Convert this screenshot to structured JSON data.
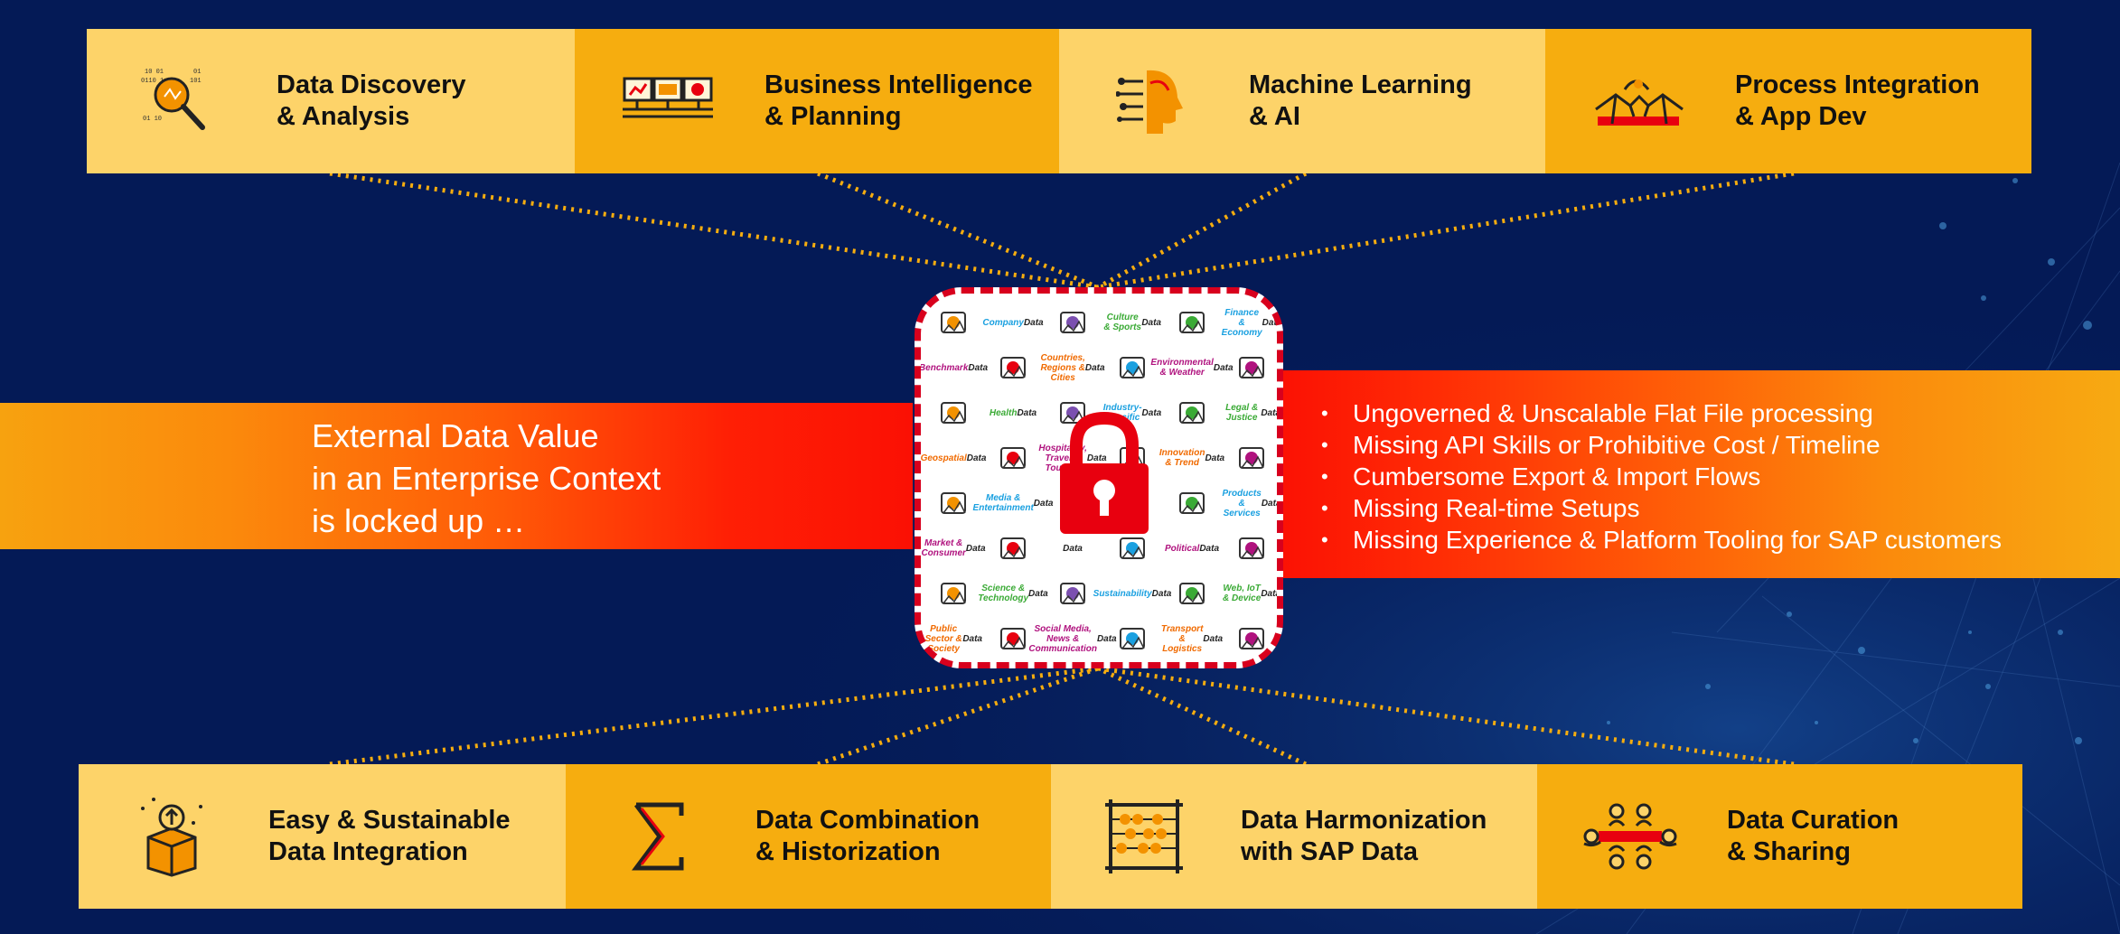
{
  "colors": {
    "background": "#041a56",
    "tile_light": "#fdd369",
    "tile_dark": "#f6ad0f",
    "red": "#fb1004",
    "orange": "#f7a20f",
    "dot_line": "#f6ad0f",
    "lock": "#e8000f"
  },
  "top_row": [
    {
      "id": "discovery",
      "line1": "Data Discovery",
      "line2": "& Analysis",
      "icon": "magnifier-data-icon"
    },
    {
      "id": "bi",
      "line1": "Business Intelligence",
      "line2": "& Planning",
      "icon": "dashboard-monitors-icon"
    },
    {
      "id": "ml",
      "line1": "Machine Learning",
      "line2": "& AI",
      "icon": "ai-head-icon"
    },
    {
      "id": "integration",
      "line1": "Process Integration",
      "line2": "& App Dev",
      "icon": "handshake-icon"
    }
  ],
  "bottom_row": [
    {
      "id": "easy",
      "line1": "Easy & Sustainable",
      "line2": "Data Integration",
      "icon": "box-upload-icon"
    },
    {
      "id": "combination",
      "line1": "Data Combination",
      "line2": "& Historization",
      "icon": "sigma-icon"
    },
    {
      "id": "harmonization",
      "line1": "Data Harmonization",
      "line2": "with SAP Data",
      "icon": "abacus-icon"
    },
    {
      "id": "curation",
      "line1": "Data Curation",
      "line2": "& Sharing",
      "icon": "team-circle-icon"
    }
  ],
  "external": {
    "line1": "External Data Value",
    "line2": "in an Enterprise Context",
    "line3": "is locked up …"
  },
  "issues": [
    "Ungoverned & Unscalable Flat File processing",
    "Missing API Skills or Prohibitive Cost / Timeline",
    "Cumbersome Export & Import Flows",
    "Missing Real-time Setups",
    "Missing Experience & Platform Tooling for SAP customers"
  ],
  "hub": {
    "categories": [
      {
        "kind": "icon",
        "icon": "funnel-arrows-icon"
      },
      {
        "kind": "text",
        "colored": "Company",
        "rest": "Data",
        "color": "#1aa0e0"
      },
      {
        "kind": "icon",
        "icon": "globe-hand-icon"
      },
      {
        "kind": "text",
        "colored": "Culture & Sports",
        "rest": "Data",
        "color": "#3aaa35"
      },
      {
        "kind": "icon",
        "icon": "drone-icon"
      },
      {
        "kind": "text",
        "colored": "Finance & Economy",
        "rest": "Data",
        "color": "#1aa0e0"
      },
      {
        "kind": "text",
        "colored": "Benchmark",
        "rest": "Data",
        "color": "#b0127e"
      },
      {
        "kind": "icon",
        "icon": "buildings-icon"
      },
      {
        "kind": "text",
        "colored": "Countries, Regions & Cities",
        "rest": "Data",
        "color": "#f06a00"
      },
      {
        "kind": "icon",
        "icon": "people-icon"
      },
      {
        "kind": "text",
        "colored": "Environmental & Weather",
        "rest": "Data",
        "color": "#b0127e"
      },
      {
        "kind": "icon",
        "icon": "house-icon"
      },
      {
        "kind": "icon",
        "icon": "grid-map-icon"
      },
      {
        "kind": "text",
        "colored": "Health",
        "rest": "Data",
        "color": "#3aaa35"
      },
      {
        "kind": "icon",
        "icon": "globe-icon"
      },
      {
        "kind": "text",
        "colored": "Industry-Specific",
        "rest": "Data",
        "color": "#1aa0e0"
      },
      {
        "kind": "icon",
        "icon": "dots-ball-icon"
      },
      {
        "kind": "text",
        "colored": "Legal & Justice",
        "rest": "Data",
        "color": "#3aaa35"
      },
      {
        "kind": "text",
        "colored": "Geospatial",
        "rest": "Data",
        "color": "#f06a00"
      },
      {
        "kind": "icon",
        "icon": "crowd-icon"
      },
      {
        "kind": "text",
        "colored": "Hospitality, Travel & Tourism",
        "rest": "Data",
        "color": "#b0127e"
      },
      {
        "kind": "icon",
        "icon": "chart-icon"
      },
      {
        "kind": "text",
        "colored": "Innovation & Trend",
        "rest": "Data",
        "color": "#f06a00"
      },
      {
        "kind": "icon",
        "icon": "flask-icon"
      },
      {
        "kind": "icon",
        "icon": "person-icon"
      },
      {
        "kind": "text",
        "colored": "Media & Entertainment",
        "rest": "Data",
        "color": "#1aa0e0"
      },
      {
        "kind": "text",
        "colored": "",
        "rest": "Data",
        "color": "#b0127e"
      },
      {
        "kind": "icon",
        "icon": "calculator-icon"
      },
      {
        "kind": "icon",
        "icon": "bank-icon"
      },
      {
        "kind": "text",
        "colored": "Products & Services",
        "rest": "Data",
        "color": "#1aa0e0"
      },
      {
        "kind": "text",
        "colored": "Market & Consumer",
        "rest": "Data",
        "color": "#b0127e"
      },
      {
        "kind": "icon",
        "icon": "stage-icon"
      },
      {
        "kind": "text",
        "colored": "",
        "rest": "Data",
        "color": "#f06a00"
      },
      {
        "kind": "icon",
        "icon": "ballot-icon"
      },
      {
        "kind": "text",
        "colored": "Political",
        "rest": "Data",
        "color": "#b0127e"
      },
      {
        "kind": "icon",
        "icon": "seal-icon"
      },
      {
        "kind": "icon",
        "icon": "group-icon"
      },
      {
        "kind": "text",
        "colored": "Science & Technology",
        "rest": "Data",
        "color": "#3aaa35"
      },
      {
        "kind": "icon",
        "icon": "gears-icon"
      },
      {
        "kind": "text",
        "colored": "Sustainability",
        "rest": "Data",
        "color": "#1aa0e0"
      },
      {
        "kind": "icon",
        "icon": "truck-icon"
      },
      {
        "kind": "text",
        "colored": "Web, IoT & Device",
        "rest": "Data",
        "color": "#3aaa35"
      },
      {
        "kind": "text",
        "colored": "Public Sector & Society",
        "rest": "Data",
        "color": "#f06a00"
      },
      {
        "kind": "icon",
        "icon": "qr-icon"
      },
      {
        "kind": "text",
        "colored": "Social Media, News & Communication",
        "rest": "Data",
        "color": "#b0127e"
      },
      {
        "kind": "icon",
        "icon": "recycle-icon"
      },
      {
        "kind": "text",
        "colored": "Transport & Logistics",
        "rest": "Data",
        "color": "#f06a00"
      },
      {
        "kind": "icon",
        "icon": "robot-icon"
      }
    ]
  }
}
